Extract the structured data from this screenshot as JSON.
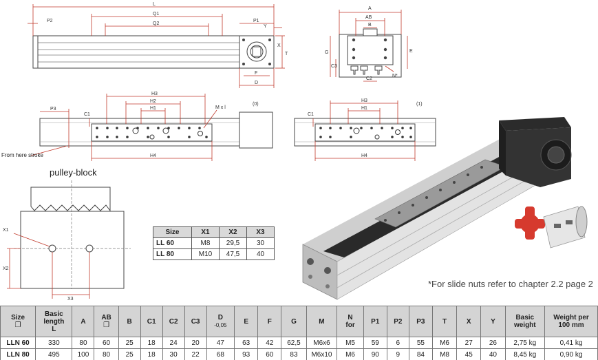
{
  "labels": {
    "pulley_block": "pulley-block",
    "from_here": "From here stroke",
    "note": "*For slide nuts refer to chapter 2.2 page 2",
    "variant0": "(0)",
    "variant1": "(1)"
  },
  "dims": {
    "L": "L",
    "Q1": "Q1",
    "Q2": "Q2",
    "P1": "P1",
    "P2": "P2",
    "P3": "P3",
    "Y": "Y",
    "X": "X",
    "F": "F",
    "D": "D",
    "A": "A",
    "AB": "AB",
    "B": "B",
    "G": "G",
    "C3": "C3",
    "C2": "C2",
    "E": "E",
    "T": "T",
    "N": "N*",
    "H1": "H1",
    "H2": "H2",
    "H3": "H3",
    "H4": "H4",
    "C1": "C1",
    "MxI": "M x l",
    "X1": "X1",
    "X2": "X2",
    "X3": "X3"
  },
  "x_table": {
    "headers": [
      "Size",
      "X1",
      "X2",
      "X3"
    ],
    "rows": [
      {
        "size": "LL 60",
        "x1": "M8",
        "x2": "29,5",
        "x3": "30"
      },
      {
        "size": "LL 80",
        "x1": "M10",
        "x2": "47,5",
        "x3": "40"
      }
    ]
  },
  "spec_table": {
    "headers": [
      {
        "l1": "Size",
        "l2": "❐"
      },
      {
        "l1": "Basic",
        "l2": "length",
        "l3": "L"
      },
      {
        "l1": "A"
      },
      {
        "l1": "AB",
        "l2": "❐"
      },
      {
        "l1": "B"
      },
      {
        "l1": "C1"
      },
      {
        "l1": "C2"
      },
      {
        "l1": "C3"
      },
      {
        "l1": "D",
        "l2": "-0,05"
      },
      {
        "l1": "E"
      },
      {
        "l1": "F"
      },
      {
        "l1": "G"
      },
      {
        "l1": "M"
      },
      {
        "l1": "N",
        "l2": "for"
      },
      {
        "l1": "P1"
      },
      {
        "l1": "P2"
      },
      {
        "l1": "P3"
      },
      {
        "l1": "T"
      },
      {
        "l1": "X"
      },
      {
        "l1": "Y"
      },
      {
        "l1": "Basic",
        "l2": "weight"
      },
      {
        "l1": "Weight per",
        "l2": "100 mm"
      }
    ],
    "rows": [
      [
        "LLN 60",
        "330",
        "80",
        "60",
        "25",
        "18",
        "24",
        "20",
        "47",
        "63",
        "42",
        "62,5",
        "M6x6",
        "M5",
        "59",
        "6",
        "55",
        "M6",
        "27",
        "26",
        "2,75 kg",
        "0,41 kg"
      ],
      [
        "LLN 80",
        "495",
        "100",
        "80",
        "25",
        "18",
        "30",
        "22",
        "68",
        "93",
        "60",
        "83",
        "M6x10",
        "M6",
        "90",
        "9",
        "84",
        "M8",
        "45",
        "40",
        "8,45 kg",
        "0,90 kg"
      ]
    ]
  }
}
